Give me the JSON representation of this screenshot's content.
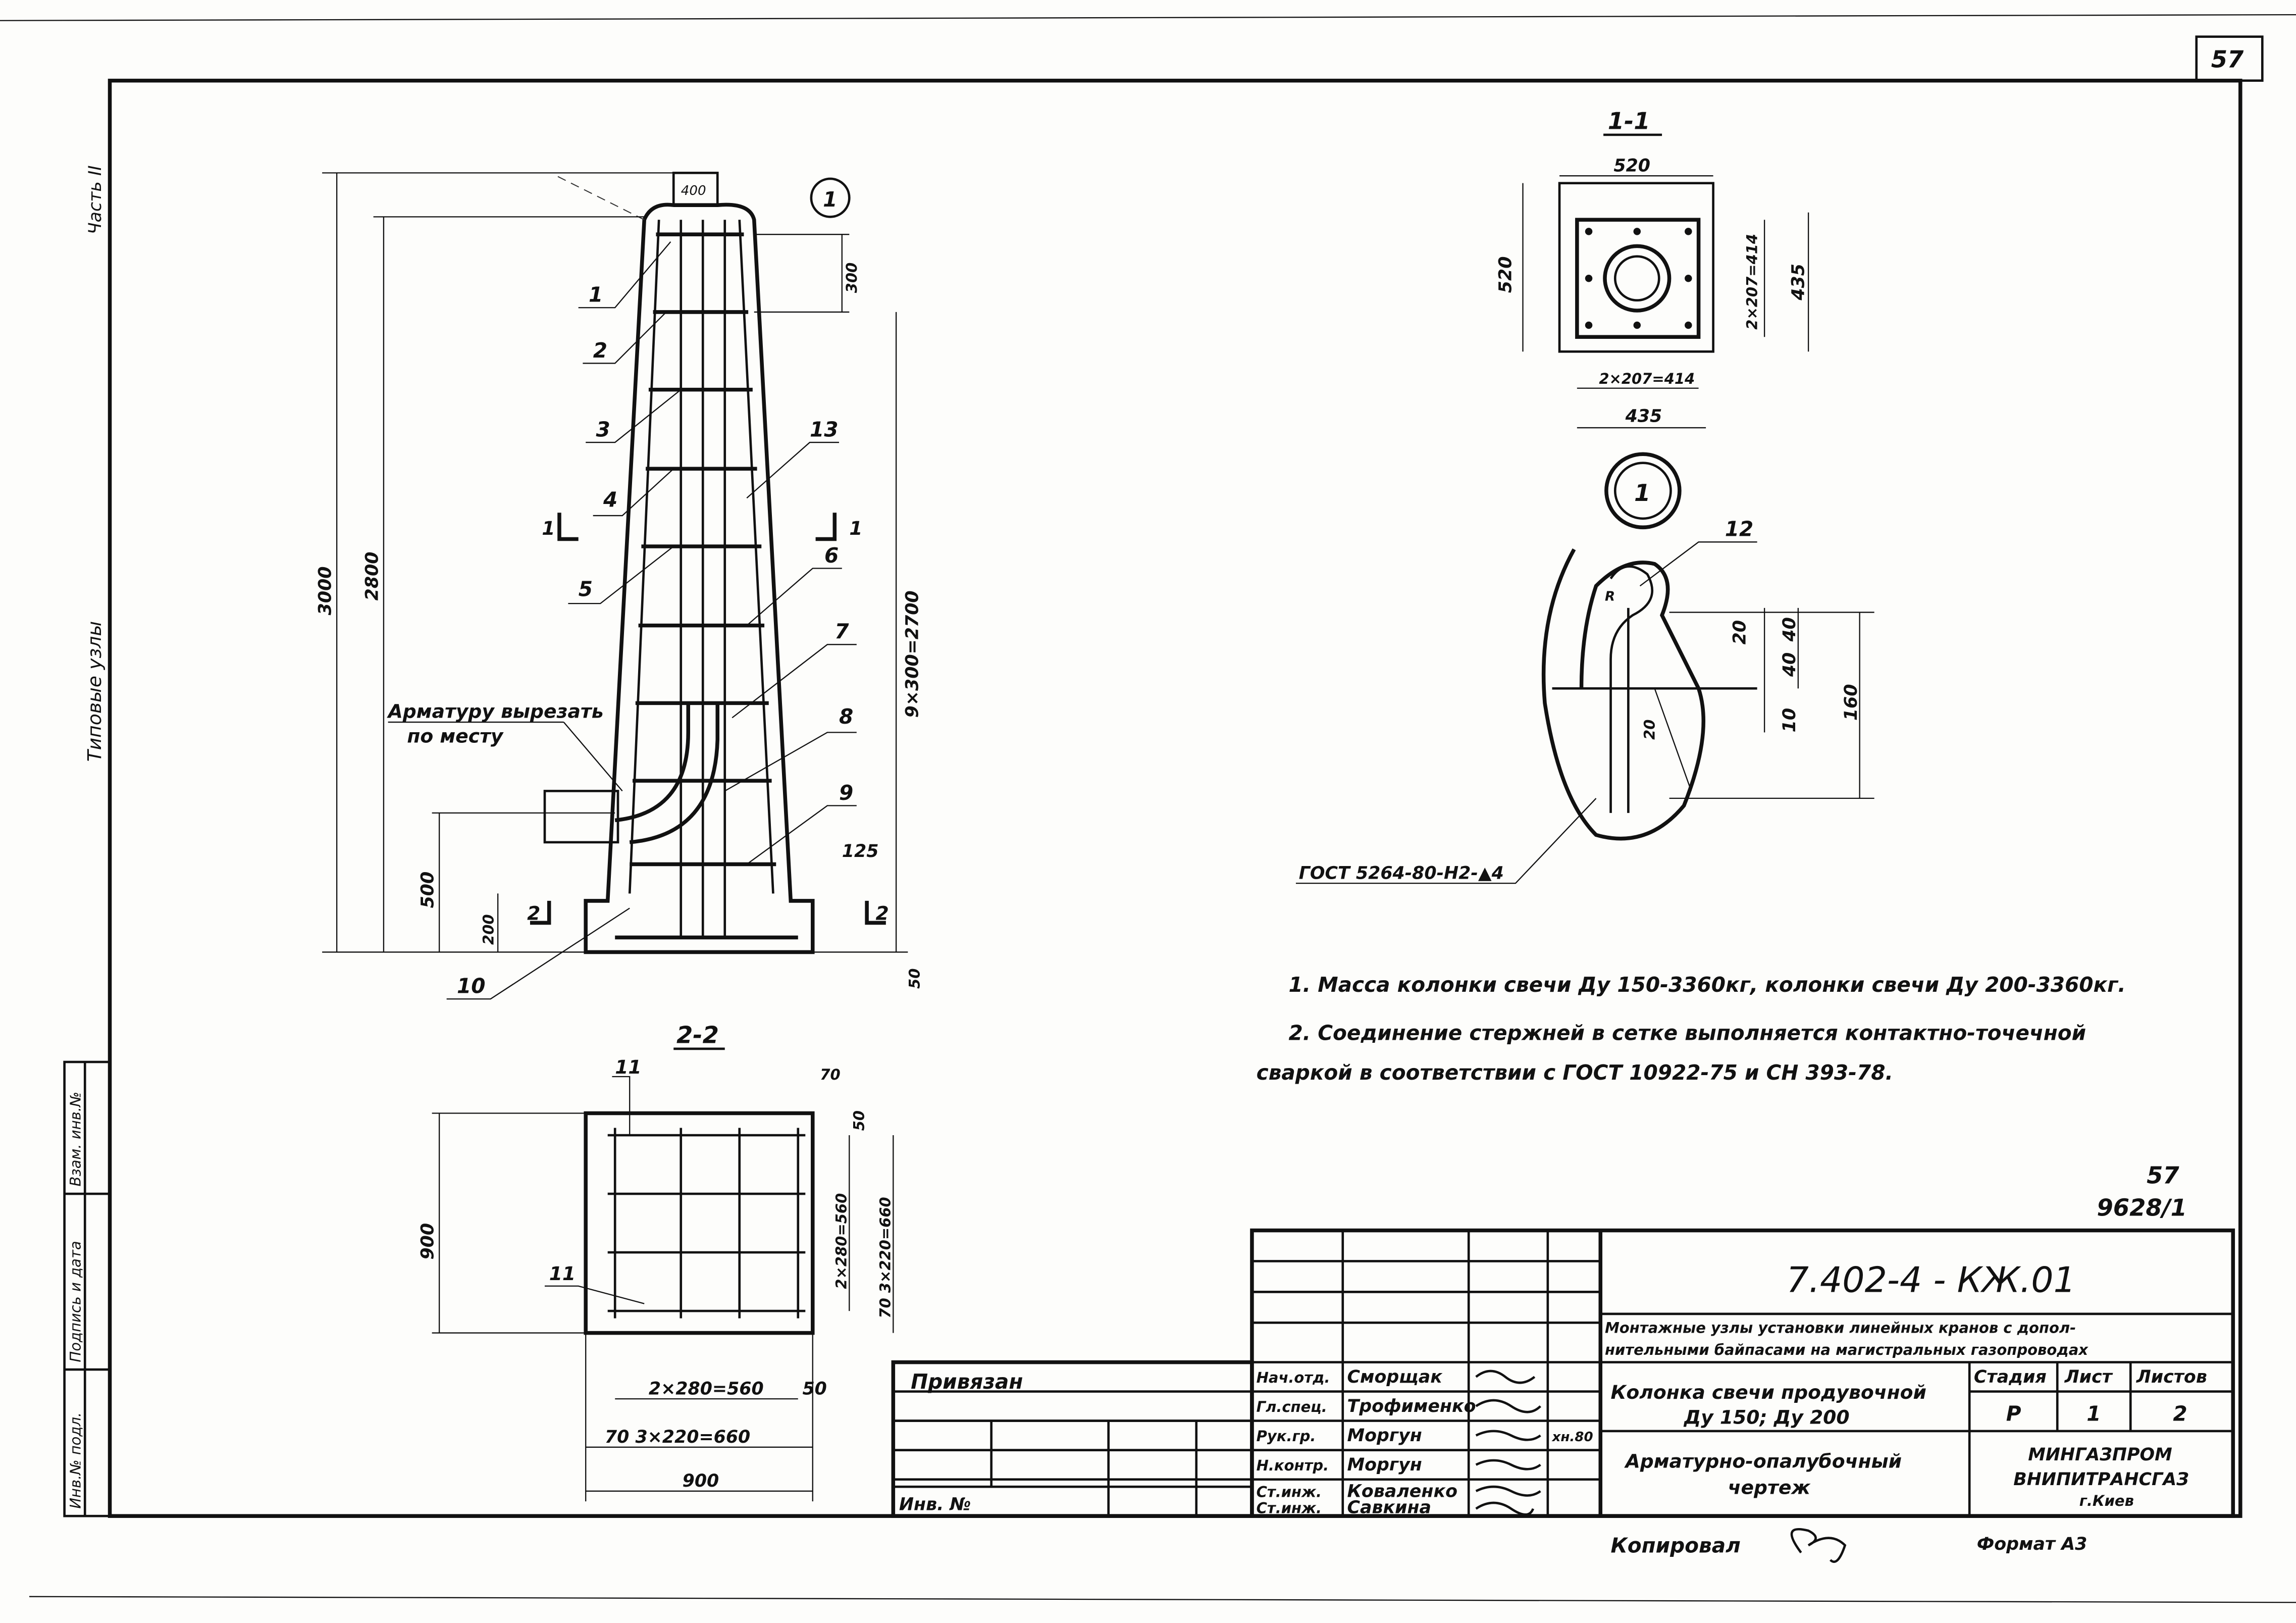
{
  "sheet_number": "57",
  "side_strip": {
    "part": "Часть II",
    "section": "Типовые узлы",
    "stamp_cols": [
      "Инв.№ подл.",
      "Подпись и дата",
      "Взам. инв.№"
    ]
  },
  "elevation": {
    "detail_marker": "1",
    "dims": {
      "top_width": "400",
      "total_height": "3000",
      "inner_height": "2800",
      "top_offset": "300",
      "step_total": "9×300=2700",
      "base_height": "500",
      "footing_height": "200",
      "bottom": "50",
      "ledge": "125"
    },
    "callouts": [
      "1",
      "2",
      "3",
      "4",
      "5",
      "6",
      "7",
      "8",
      "9",
      "10",
      "13"
    ],
    "section_marks": [
      "1",
      "1",
      "2",
      "2"
    ],
    "note": [
      "Арматуру вырезать",
      "по месту"
    ]
  },
  "section_1_1": {
    "title": "1-1",
    "dims": {
      "outer_w": "520",
      "outer_h": "520",
      "inner_w": "435",
      "inner_h": "435",
      "bolts_x": "2×207=414",
      "bolts_y": "2×207=414"
    }
  },
  "detail_1": {
    "marker": "1",
    "callout": "12",
    "radius": "R",
    "dims": [
      "20",
      "40",
      "40",
      "10",
      "160",
      "20"
    ],
    "weld_spec": "ГОСТ 5264-80-Н2-▲4"
  },
  "section_2_2": {
    "title": "2-2",
    "callouts": [
      "11",
      "11"
    ],
    "dims": {
      "width": "900",
      "height": "900",
      "inner_h": "2×280=560",
      "outer_h": "70 3×220=660",
      "inner_w": "2×280=560",
      "outer_w": "70 3×220=660",
      "top_off": "70",
      "edge": "50",
      "edge2": "50"
    }
  },
  "notes": [
    "1. Масса колонки свечи Ду 150-3360кг, колонки свечи Ду 200-3360кг.",
    "2. Соединение стержней в сетке выполняется контактно-точечной",
    "сваркой в соответствии с ГОСТ 10922-75 и СН 393-78."
  ],
  "sheet_ref": {
    "page": "57",
    "code": "9628/1"
  },
  "title_block": {
    "designation": "7.402-4 - КЖ.01",
    "project": [
      "Монтажные узлы установки линейных кранов с допол-",
      "нительными байпасами на магистральных газопроводах"
    ],
    "drawing_name": [
      "Колонка свечи продувочной",
      "Ду 150; Ду 200"
    ],
    "drawing_type": [
      "Арматурно-опалубочный",
      "чертеж"
    ],
    "stage_label": "Стадия",
    "sheet_label": "Лист",
    "sheets_label": "Листов",
    "stage": "Р",
    "sheet": "1",
    "sheets": "2",
    "org": [
      "МИНГАЗПРОМ",
      "ВНИПИТРАНСГАЗ",
      "г.Киев"
    ],
    "signatures": [
      {
        "role": "Нач.отд.",
        "name": "Сморщак"
      },
      {
        "role": "Гл.спец.",
        "name": "Трофименко"
      },
      {
        "role": "Рук.гр.",
        "name": "Моргун"
      },
      {
        "role": "Н.контр.",
        "name": "Моргун"
      },
      {
        "role": "Ст.инж.",
        "name": "Коваленко"
      },
      {
        "role": "Ст.инж.",
        "name": "Савкина"
      }
    ],
    "date_note": "хн.80",
    "linked": "Привязан",
    "inv_no": "Инв. №",
    "copied": "Копировал",
    "format": "Формат А3"
  }
}
